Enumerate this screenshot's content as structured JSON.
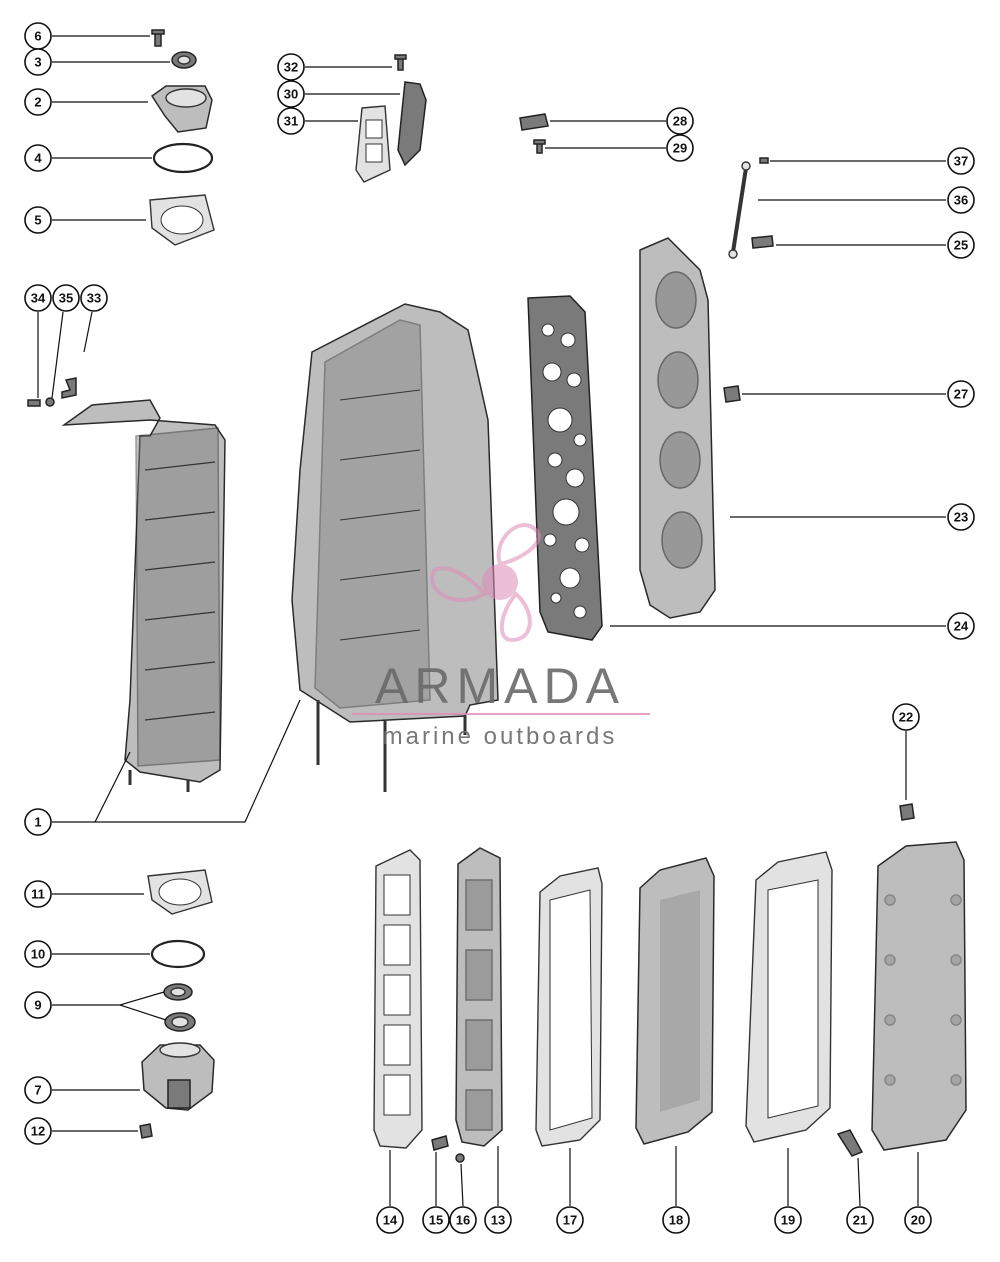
{
  "callouts": {
    "c6": "6",
    "c3": "3",
    "c2": "2",
    "c4": "4",
    "c5": "5",
    "c32": "32",
    "c30": "30",
    "c31": "31",
    "c28": "28",
    "c29": "29",
    "c37": "37",
    "c36": "36",
    "c25": "25",
    "c34": "34",
    "c35": "35",
    "c33": "33",
    "c27": "27",
    "c23": "23",
    "c24": "24",
    "c1": "1",
    "c22": "22",
    "c11": "11",
    "c10": "10",
    "c9": "9",
    "c7": "7",
    "c12": "12",
    "c14": "14",
    "c15": "15",
    "c16": "16",
    "c13": "13",
    "c17": "17",
    "c18": "18",
    "c19": "19",
    "c21": "21",
    "c20": "20"
  },
  "watermark": {
    "brand": "ARMADA",
    "tagline": "marine outboards",
    "brand_color": "#e08bb8",
    "text_color": "#6a6a6a"
  }
}
